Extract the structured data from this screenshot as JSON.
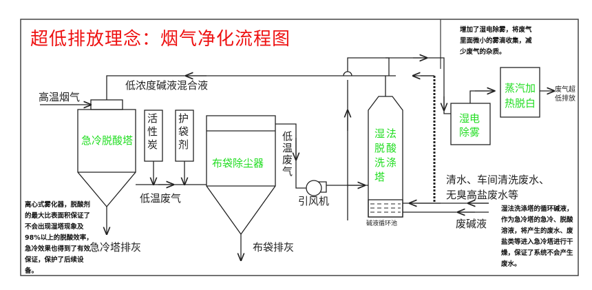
{
  "title": "超低排放理念：烟气净化流程图",
  "colors": {
    "title": "#ee1111",
    "equipment_label": "#22dd22",
    "line": "#222222"
  },
  "equipment": {
    "quench_tower": "急冷脱酸塔",
    "activated_carbon": "活性炭",
    "bag_protector": "护袋剂",
    "baghouse": "布袋除尘器",
    "induced_fan": "引风机",
    "wet_scrubber": "湿法脱酸洗涤塔",
    "wet_esp": "湿电除雾",
    "steam_reheat": "蒸汽加热脱白",
    "alkali_tank": "碱液循环池"
  },
  "streams": {
    "inlet_gas": "高温烟气",
    "recycle_liquor": "低浓度碱液混合液",
    "low_temp_gas_1": "低温废气",
    "low_temp_gas_2": "低温废气",
    "quench_ash": "急冷塔排灰",
    "bag_ash": "布袋排灰",
    "water_inputs": "清水、车间清洗废水、无臭高盐废水等",
    "waste_alkali": "废碱液",
    "outlet": "废气超低排放"
  },
  "notes": {
    "wet_esp_note": "增加了湿电除雾，将废气里面微小的雾滴收集，减少废气的杂质。",
    "atomizer_note": "离心式雾化器，脱酸剂的最大比表面积保证了不会出现湿塔现象及98%以上的脱酸效率，急冷效果也得到了有效保证，保护了后续设备。",
    "recycle_note": "湿法洗涤塔的循环碱液，作为急冷塔的急冷、脱酸溶液，将产生的废水、废盐类等进入急冷塔进行干燥，保证了系统不会产生废水。"
  }
}
